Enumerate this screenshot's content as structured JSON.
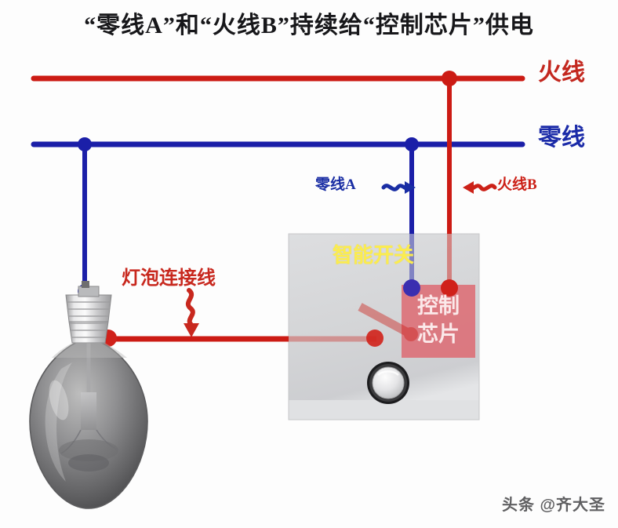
{
  "diagram": {
    "title": "“零线A”和“火线B”持续给“控制芯片”供电",
    "colors": {
      "live_wire": "#cc1b14",
      "neutral_wire": "#1b1fa8",
      "chip_box": "#e06b72",
      "panel": "#d6d7d9",
      "smart_switch_text": "#fbec4f",
      "title_text": "#17171a"
    },
    "labels": {
      "live_wire": "火线",
      "neutral_wire": "零线",
      "neutral_branch": "零线A",
      "live_branch": "火线B",
      "bulb_wire": "灯泡连接线",
      "smart_switch": "智能开关",
      "control_chip_line1": "控制",
      "control_chip_line2": "芯片"
    },
    "components": {
      "bulb": "incandescent-bulb-off",
      "push_button": "round-push-button",
      "switch_lever": "open-contact-lever"
    },
    "watermark": "头条 @齐大圣"
  }
}
